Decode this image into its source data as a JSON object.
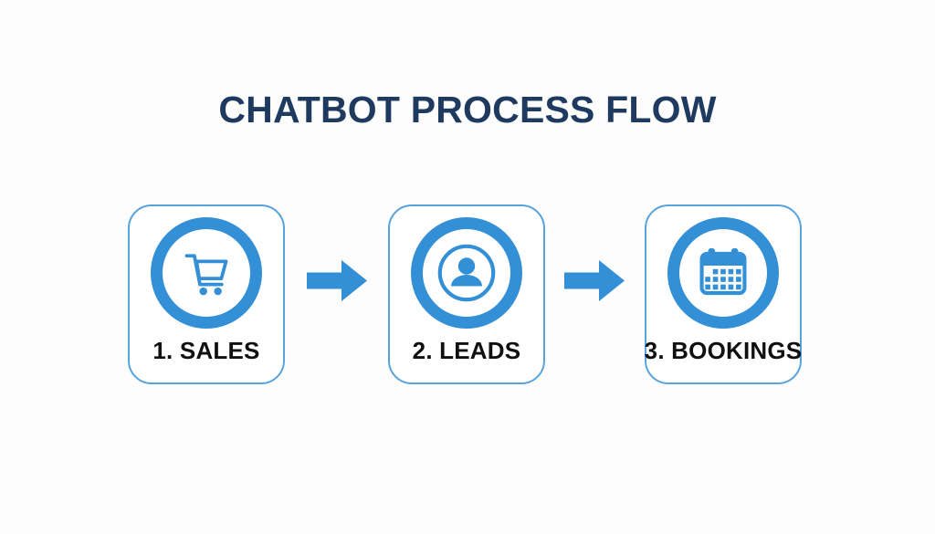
{
  "title": "CHATBOT PROCESS FLOW",
  "colors": {
    "background": "#fdfdfe",
    "accent_blue": "#338fd6",
    "box_border": "#57a3de",
    "title_navy": "#1f3a5f",
    "label_color": "#101010"
  },
  "steps": [
    {
      "label": "1. SALES",
      "icon": "shopping-cart-icon"
    },
    {
      "label": "2. LEADS",
      "icon": "person-icon"
    },
    {
      "label": "3. BOOKINGS",
      "icon": "calendar-icon"
    }
  ],
  "connectors": [
    {
      "icon": "arrow-right-icon",
      "direction": "right"
    },
    {
      "icon": "arrow-right-icon",
      "direction": "right"
    }
  ]
}
